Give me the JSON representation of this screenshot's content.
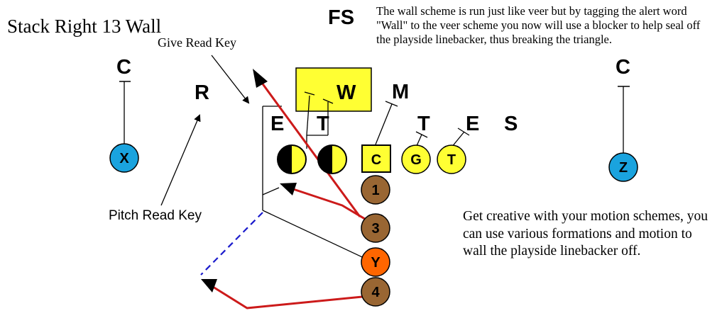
{
  "title": "Stack Right 13 Wall",
  "annotations": {
    "give_read_key": "Give Read Key",
    "pitch_read_key": "Pitch Read Key"
  },
  "notes": {
    "top": "The wall scheme is run just like veer but by tagging the alert word \"Wall\" to the veer scheme you now will use a blocker to help seal off the playside linebacker, thus breaking the triangle.",
    "bottom": "Get creative with your motion schemes, you can use various formations and motion to wall the playside linebacker off."
  },
  "defense": {
    "fs": "FS",
    "corner_left": "C",
    "corner_right": "C",
    "rover": "R",
    "will": "W",
    "mike": "M",
    "end_left": "E",
    "tackle_left": "T",
    "tackle_right": "T",
    "end_right": "E",
    "sam": "S"
  },
  "offense": {
    "center": "C",
    "guard": "G",
    "tackle": "T",
    "split_end": "X",
    "flanker": "Z",
    "back_1": "1",
    "back_3": "3",
    "wingback": "Y",
    "back_4": "4"
  },
  "colors": {
    "highlight_yellow": "#FFFF33",
    "receiver_blue": "#1AA3DE",
    "back_brown": "#996633",
    "wing_orange": "#FF6600",
    "route_red": "#CC1A1A",
    "motion_blue": "#1A1ACC"
  }
}
